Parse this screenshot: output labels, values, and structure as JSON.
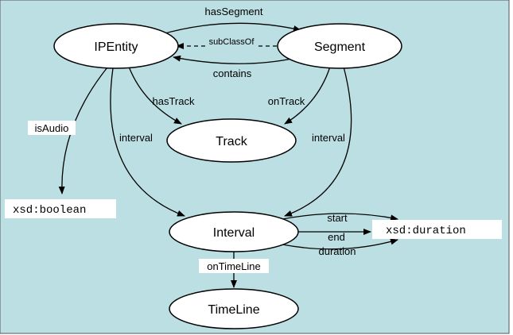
{
  "colors": {
    "background": "#bcdfe3",
    "node_fill": "#ffffff",
    "stroke": "#000000"
  },
  "nodes": {
    "ipentity": "IPEntity",
    "segment": "Segment",
    "track": "Track",
    "interval": "Interval",
    "timeline": "TimeLine"
  },
  "literals": {
    "boolean": "xsd:boolean",
    "duration": "xsd:duration"
  },
  "edges": {
    "has_segment": "hasSegment",
    "sub_class_of": "subClassOf",
    "contains": "contains",
    "has_track": "hasTrack",
    "on_track": "onTrack",
    "is_audio": "isAudio",
    "interval_left": "interval",
    "interval_right": "interval",
    "start": "start",
    "end": "end",
    "duration": "duration",
    "on_time_line": "onTimeLine"
  }
}
